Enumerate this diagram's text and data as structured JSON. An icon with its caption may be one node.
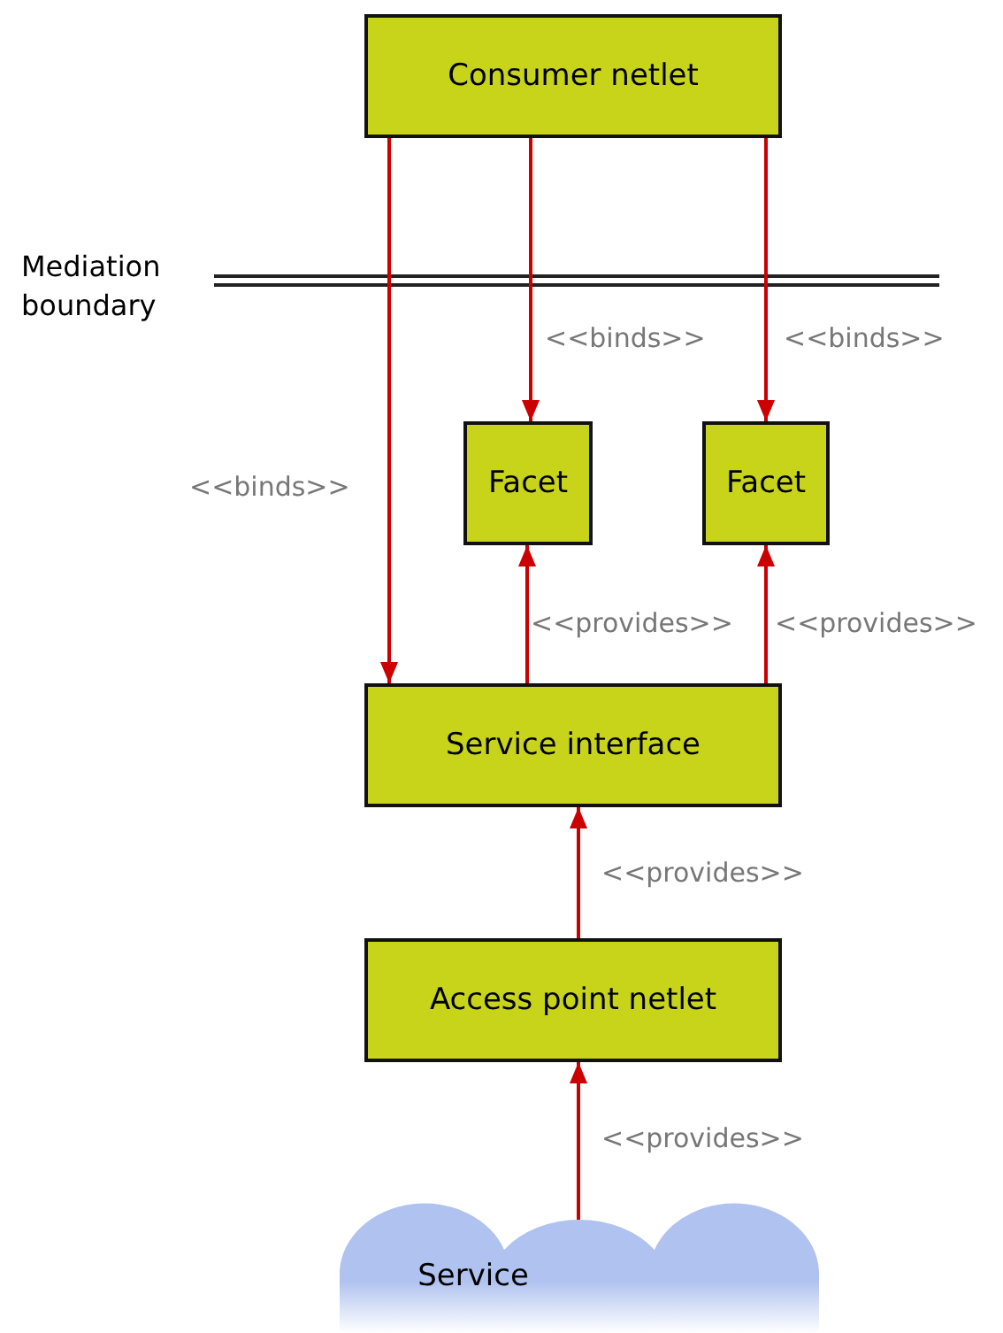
{
  "diagram": {
    "nodes": [
      {
        "text": [
          "Consumer netlet"
        ]
      },
      {
        "text": [
          "Facet"
        ]
      },
      {
        "text": [
          "Facet"
        ]
      },
      {
        "text": [
          "Service interface"
        ]
      },
      {
        "text": [
          "Access point netlet"
        ]
      },
      {
        "text": [
          "Service"
        ]
      }
    ],
    "edges": [
      {
        "from": 0,
        "to": 3,
        "arrow": "to",
        "label": "<<binds>>"
      },
      {
        "from": 0,
        "to": 1,
        "arrow": "to",
        "label": "<<binds>>"
      },
      {
        "from": 0,
        "to": 2,
        "arrow": "to",
        "label": "<<binds>>"
      },
      {
        "from": 3,
        "to": 1,
        "arrow": "to",
        "label": "<<provides>>"
      },
      {
        "from": 3,
        "to": 2,
        "arrow": "to",
        "label": "<<provides>>"
      },
      {
        "from": 4,
        "to": 3,
        "arrow": "to",
        "label": "<<provides>>"
      },
      {
        "from": 5,
        "to": 4,
        "arrow": "to",
        "label": "<<provides>>"
      }
    ],
    "labels": [
      "Mediation boundary"
    ]
  }
}
